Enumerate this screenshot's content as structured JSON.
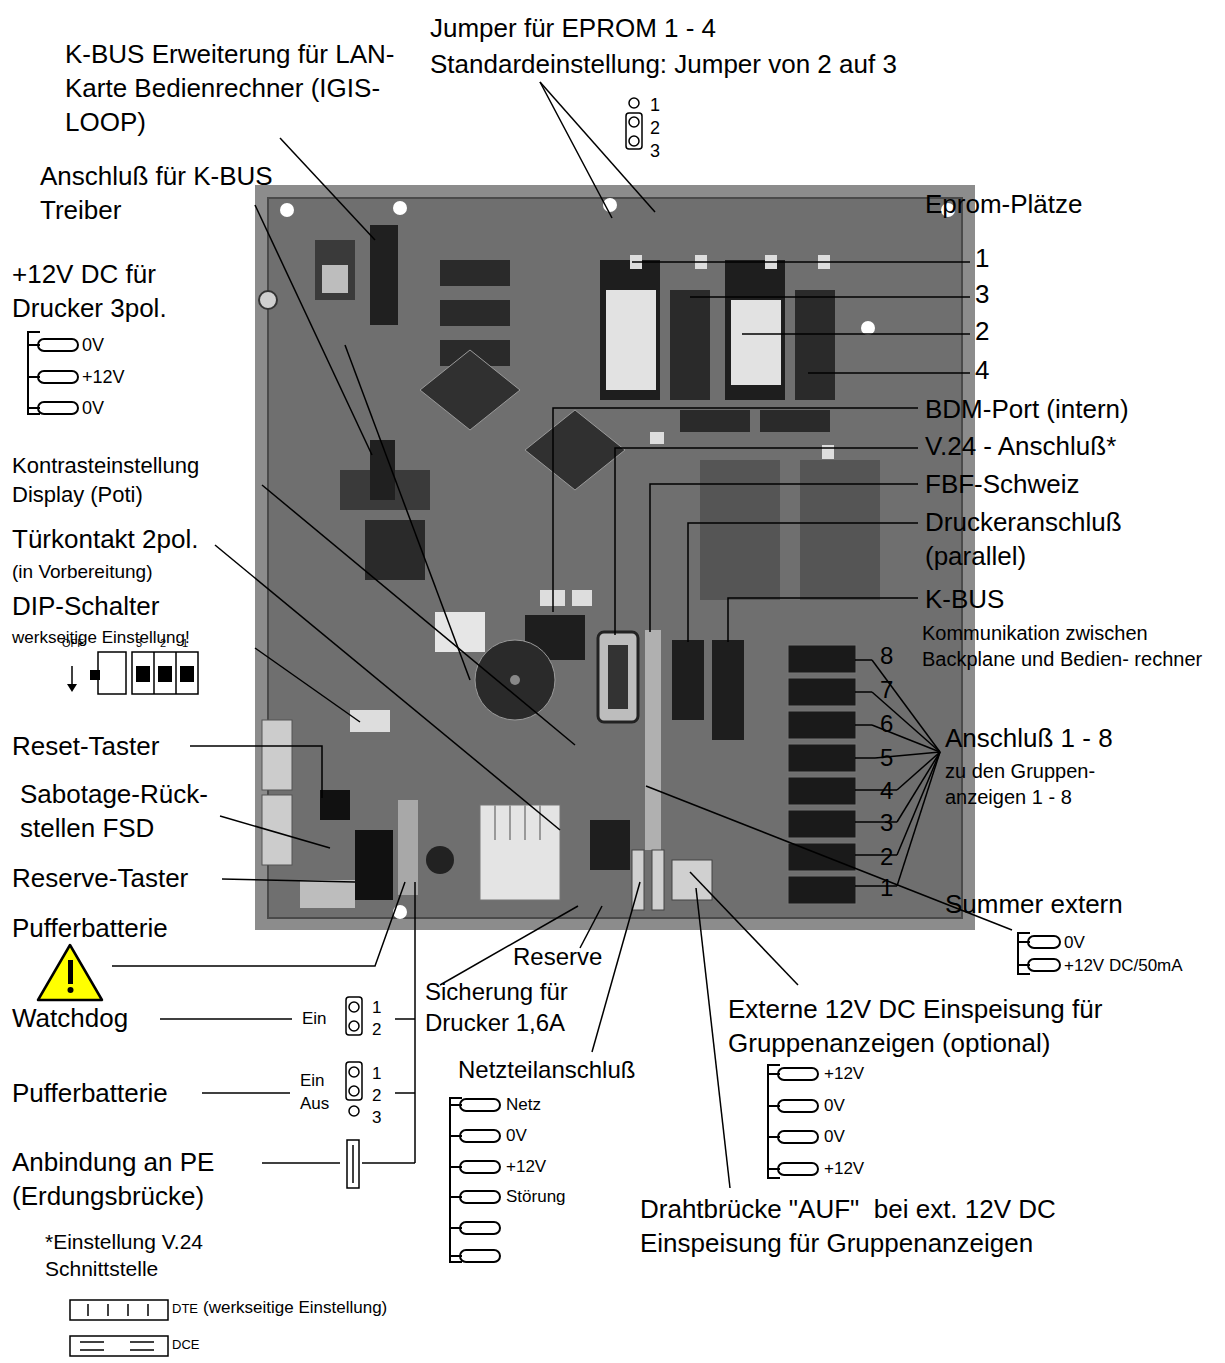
{
  "diagram": {
    "labels": [
      "Jumper für EPROM 1 - 4",
      "Standardeinstellung: Jumper von 2 auf 3",
      "1",
      "2",
      "3",
      "K-BUS Erweiterung für LAN-Karte Bedienrechner (IGIS-LOOP)",
      "Anschluß für K-BUS Treiber",
      "Eprom-Plätze",
      "1",
      "3",
      "2",
      "4",
      "+12V DC für Drucker 3pol.",
      "0V",
      "+12V",
      "0V",
      "Kontrasteinstellung Display (Poti)",
      "Türkontakt 2pol.",
      "(in Vorbereitung)",
      "DIP-Schalter",
      "werkseitige Einstellung!",
      "OFF",
      "3",
      "2",
      "1",
      "Reset-Taster",
      "Sabotage-Rück- stellen FSD",
      "Reserve-Taster",
      "Pufferbatterie",
      "BDM-Port (intern)",
      "V.24 - Anschluß*",
      "FBF-Schweiz",
      "Druckeranschluß (parallel)",
      "K-BUS",
      "Kommunikation zwischen Backplane und Bedien- rechner",
      "8",
      "7",
      "6",
      "5",
      "4",
      "3",
      "2",
      "1",
      "Anschluß 1 - 8",
      "zu den Gruppen- anzeigen 1 - 8",
      "Summer extern",
      "0V",
      "+12V DC/50mA",
      "Watchdog",
      "Ein",
      "1",
      "2",
      "Pufferbatterie",
      "Ein",
      "Aus",
      "1",
      "2",
      "3",
      "Anbindung an PE (Erdungsbrücke)",
      "Reserve",
      "Sicherung für Drucker 1,6A",
      "Netzteilanschluß",
      "Netz",
      "0V",
      "+12V",
      "Störung",
      "Externe 12V DC Einspeisung für Gruppenanzeigen (optional)",
      "+12V",
      "0V",
      "0V",
      "+12V",
      "Drahtbrücke \"AUF\"  bei ext. 12V DC Einspeisung für Gruppenanzeigen",
      "*Einstellung V.24 Schnittstelle",
      "DTE",
      "(werkseitige Einstellung)",
      "DCE"
    ]
  }
}
